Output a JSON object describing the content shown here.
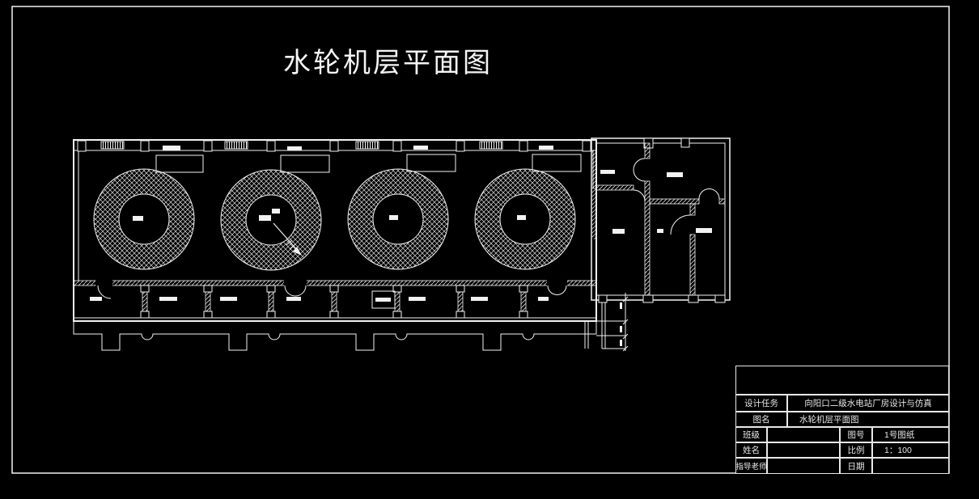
{
  "colors": {
    "background": "#000000",
    "line": "#f2f2f2"
  },
  "drawing_title": "水轮机层平面图",
  "floor_plan": {
    "turbine_unit_count": 4
  },
  "title_block": {
    "design_task": {
      "label": "设计任务",
      "value": "向阳口二级水电站厂房设计与仿真"
    },
    "drawing_name": {
      "label": "图名",
      "value": "水轮机层平面图"
    },
    "class": {
      "label": "班级",
      "value": ""
    },
    "student_name": {
      "label": "姓名",
      "value": ""
    },
    "advisor": {
      "label": "指导老师",
      "value": ""
    },
    "drawing_no": {
      "label": "图号",
      "value": "1号图纸"
    },
    "scale": {
      "label": "比例",
      "value": "1：100"
    },
    "date": {
      "label": "日期",
      "value": ""
    }
  }
}
